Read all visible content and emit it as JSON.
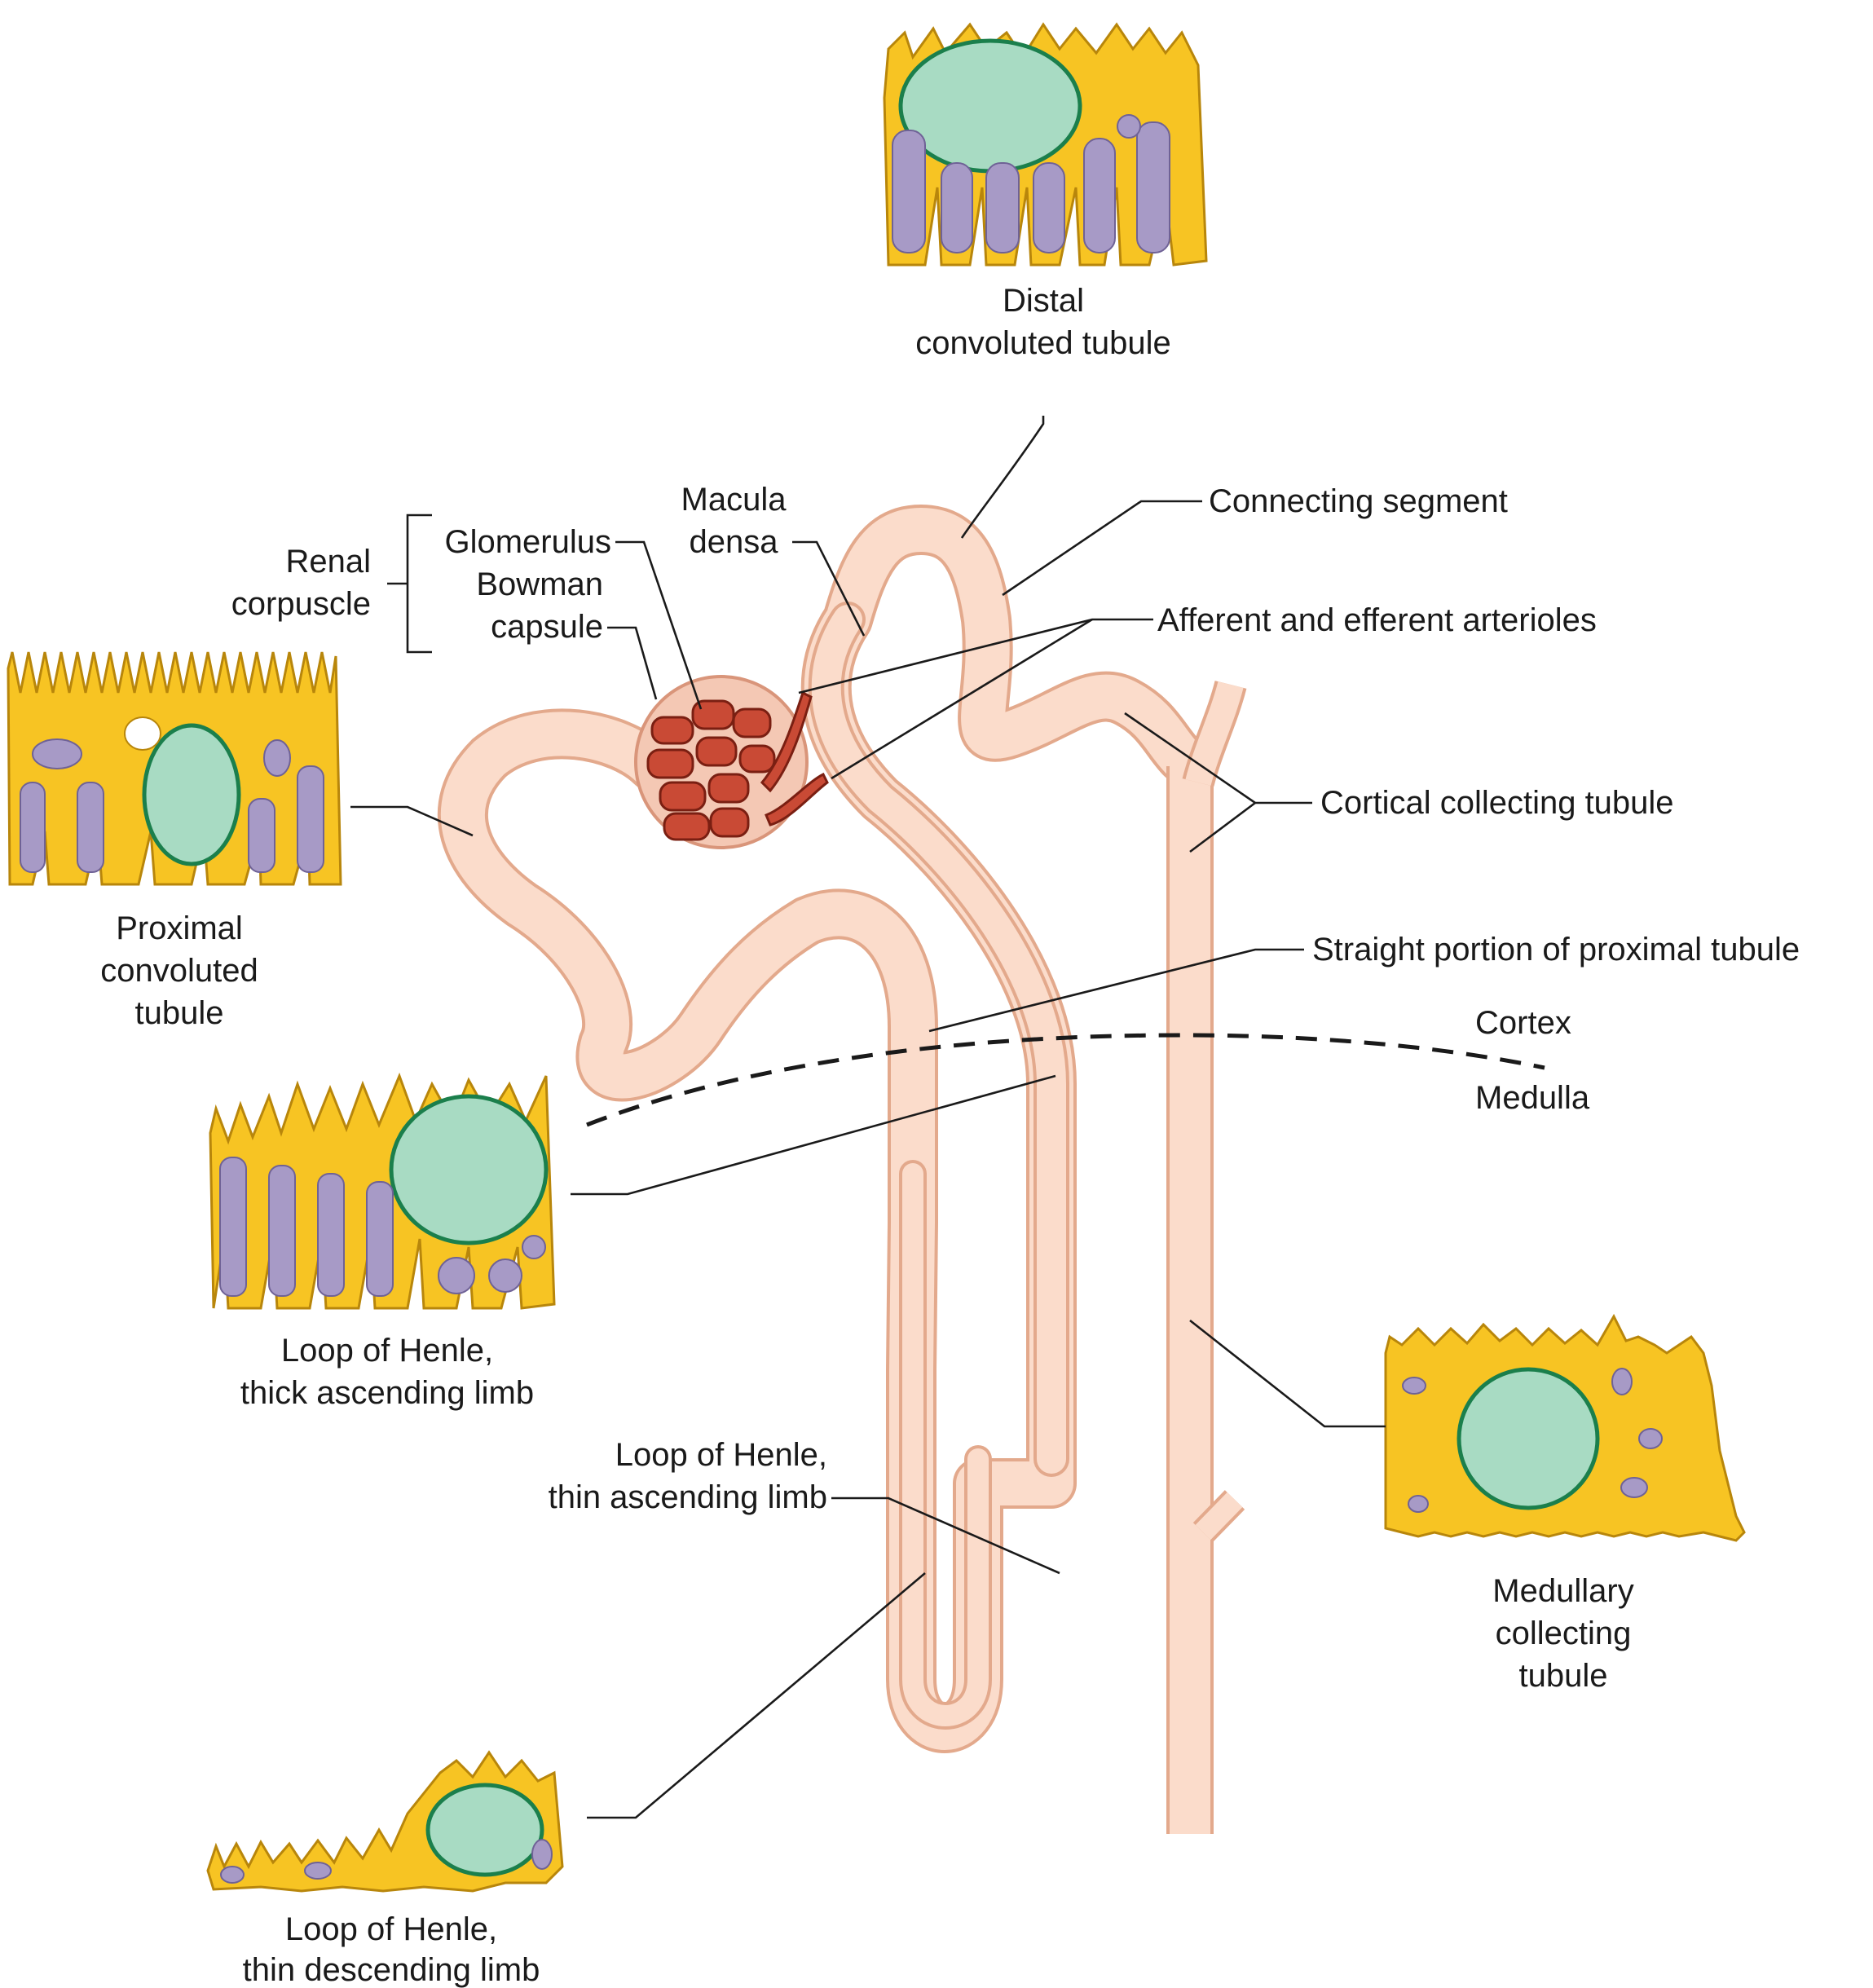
{
  "labels": {
    "distal": [
      "Distal",
      "convoluted tubule"
    ],
    "connecting": "Connecting segment",
    "macula": [
      "Macula",
      "densa"
    ],
    "renal": [
      "Renal",
      "corpuscle"
    ],
    "glomerulus": "Glomerulus",
    "bowman": [
      "Bowman",
      "capsule"
    ],
    "arterioles": "Afferent and efferent arterioles",
    "proximal": [
      "Proximal",
      "convoluted",
      "tubule"
    ],
    "cortical": "Cortical collecting tubule",
    "straight": "Straight portion of proximal tubule",
    "cortex": "Cortex",
    "medulla": "Medulla",
    "thick": [
      "Loop of Henle,",
      "thick ascending limb"
    ],
    "thin_asc": [
      "Loop of Henle,",
      "thin ascending limb"
    ],
    "medullary": [
      "Medullary",
      "collecting",
      "tubule"
    ],
    "thin_desc": [
      "Loop of Henle,",
      "thin descending limb"
    ]
  },
  "colors": {
    "tubule_fill": "#fbdccb",
    "tubule_edge": "#e3a98c",
    "cytoplasm": "#f7c423",
    "nucleus": "#a8dbc3",
    "mitochondria": "#a79ac6",
    "glomerulus": "#c94a35"
  }
}
